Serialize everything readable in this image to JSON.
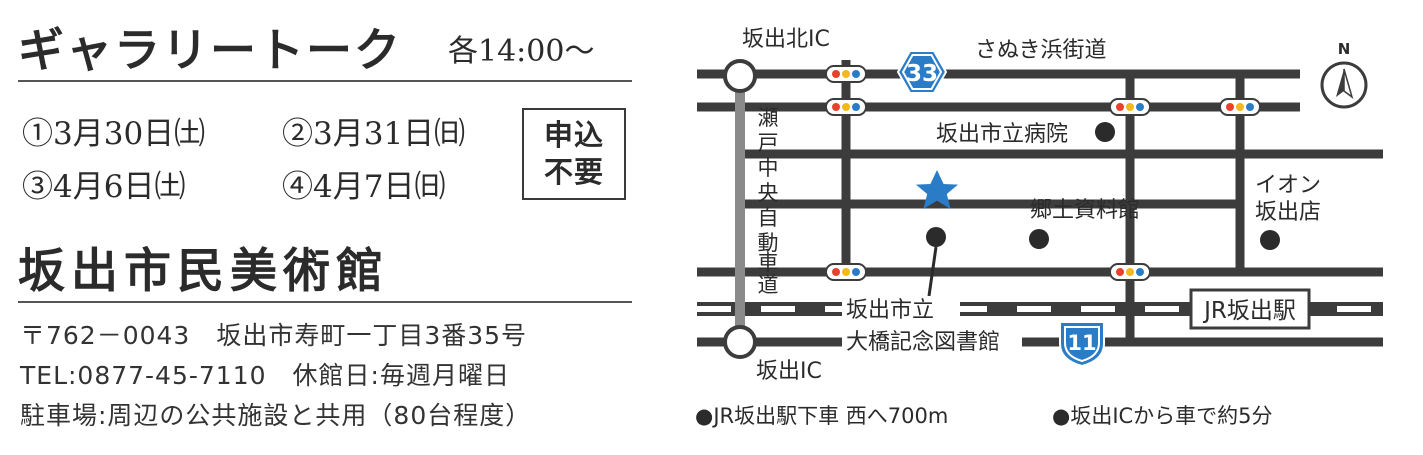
{
  "gallery_talk": {
    "title": "ギャラリートーク",
    "time": "各14:00〜",
    "dates": [
      {
        "num": "①",
        "date": "3月30日",
        "day": "㈯"
      },
      {
        "num": "②",
        "date": "3月31日",
        "day": "㈰"
      },
      {
        "num": "③",
        "date": "4月6日",
        "day": "㈯"
      },
      {
        "num": "④",
        "date": "4月7日",
        "day": "㈰"
      }
    ],
    "no_reservation": [
      "申込",
      "不要"
    ]
  },
  "museum": {
    "name": "坂出市民美術館",
    "address": "〒762－0043　坂出市寿町一丁目3番35号",
    "tel": "TEL:0877-45-7110　休館日:毎週月曜日",
    "parking": "駐車場:周辺の公共施設と共用（80台程度）"
  },
  "map": {
    "labels": {
      "ic_north": "坂出北IC",
      "ic_south": "坂出IC",
      "route_33": "33",
      "route_11": "11",
      "sanuki_road": "さぬき浜街道",
      "expressway": [
        "瀬",
        "戸",
        "中",
        "央",
        "自",
        "動",
        "車",
        "道"
      ],
      "hospital": "坂出市立病院",
      "local_museum": "郷土資料館",
      "aeon": [
        "イオン",
        "坂出店"
      ],
      "library": [
        "坂出市立",
        "大橋記念図書館"
      ],
      "station": "JR坂出駅",
      "north": "N"
    },
    "colors": {
      "road": "#3c3c3c",
      "expressway": "#8a8a8a",
      "star": "#2a7cc7",
      "signal_red": "#e8412c",
      "signal_yellow": "#f4b81c",
      "signal_blue": "#2a7cc7",
      "route_sign": "#2a7cc7"
    },
    "icons": [
      "star-icon",
      "north-arrow-icon",
      "traffic-signal-icon",
      "route-shield-icon"
    ]
  },
  "access": {
    "train": "●JR坂出駅下車 西へ700m",
    "car": "●坂出ICから車で約5分"
  }
}
